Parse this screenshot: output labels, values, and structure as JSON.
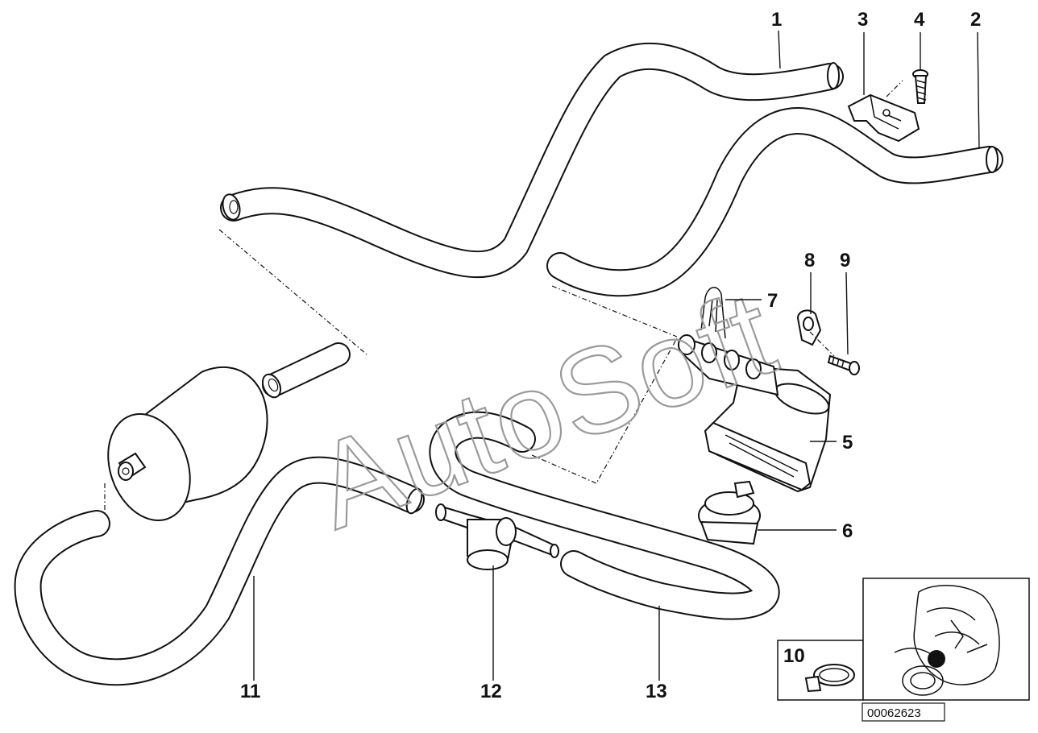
{
  "diagram": {
    "watermark": "AutoSoft",
    "diagram_code": "00062623",
    "callouts": [
      "1",
      "2",
      "3",
      "4",
      "5",
      "6",
      "7",
      "8",
      "9",
      "10",
      "11",
      "12",
      "13"
    ]
  }
}
